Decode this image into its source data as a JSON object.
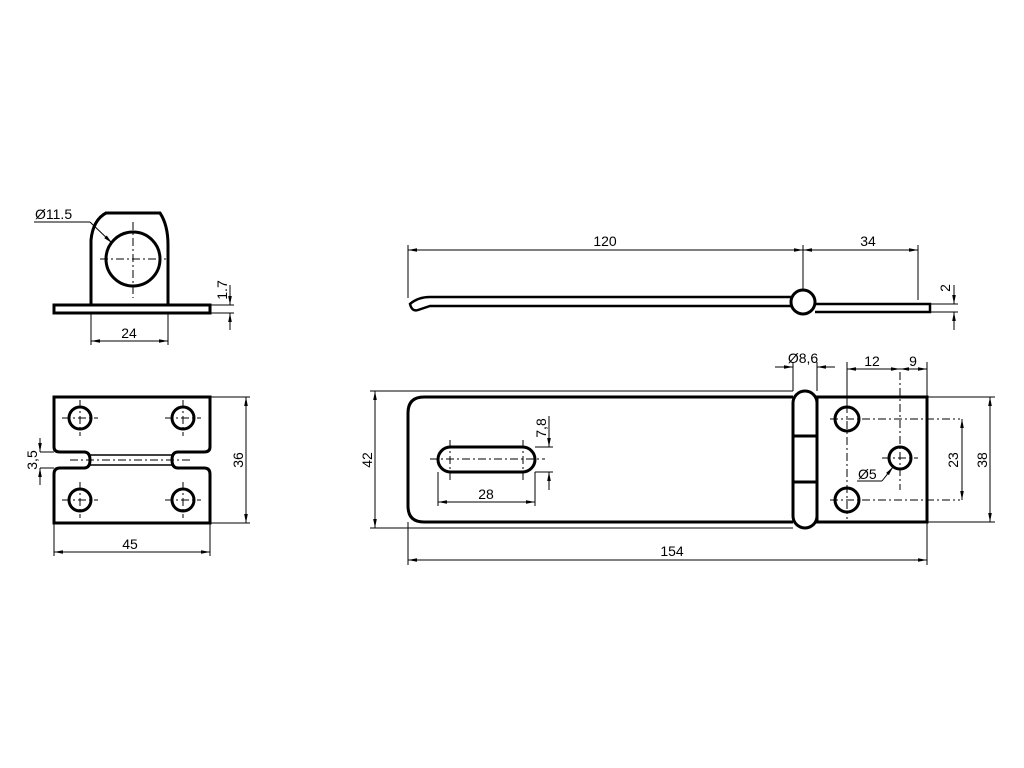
{
  "views": {
    "front_bracket": {
      "diameter": "Ø11.5",
      "width": "24",
      "thickness": "1.7"
    },
    "top_bracket": {
      "gap": "3,5",
      "height": "36",
      "width": "45"
    },
    "side_hasp": {
      "long_length": "120",
      "short_length": "34",
      "thickness": "2"
    },
    "top_hasp": {
      "height": "42",
      "total_length": "154",
      "slot_length": "28",
      "slot_width": "7,8",
      "hinge_diameter": "Ø8,6",
      "hole_spacing_x": "12",
      "edge_offset": "9",
      "hole_diameter": "Ø5",
      "hole_spacing_y": "23",
      "plate_height": "38"
    }
  }
}
